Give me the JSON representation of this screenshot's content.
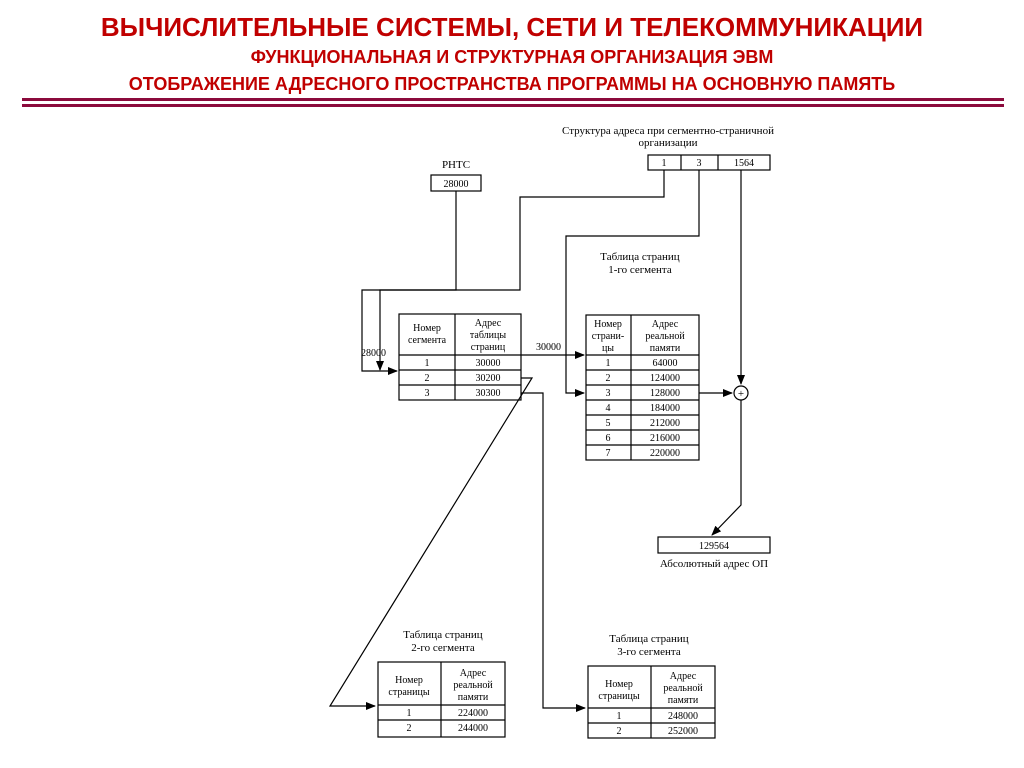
{
  "header": {
    "title": "ВЫЧИСЛИТЕЛЬНЫЕ СИСТЕМЫ, СЕТИ И ТЕЛЕКОММУНИКАЦИИ",
    "subtitle": "ФУНКЦИОНАЛЬНАЯ И СТРУКТУРНАЯ ОРГАНИЗАЦИЯ ЭВМ",
    "subtitle2": "ОТОБРАЖЕНИЕ АДРЕСНОГО ПРОСТРАНСТВА ПРОГРАММЫ НА ОСНОВНУЮ ПАМЯТЬ",
    "color": "#c00000",
    "rule_color": "#8b0a3c"
  },
  "address_structure": {
    "caption_line1": "Структура адреса при сегментно-страничной",
    "caption_line2": "организации",
    "segment": "1",
    "page": "3",
    "offset": "1564"
  },
  "rnts": {
    "label": "РНТС",
    "value": "28000",
    "arrow_label": "28000"
  },
  "segment_table": {
    "headers": [
      [
        "Номер",
        "сегмента"
      ],
      [
        "Адрес",
        "таблицы",
        "страниц"
      ]
    ],
    "rows": [
      [
        "1",
        "30000"
      ],
      [
        "2",
        "30200"
      ],
      [
        "3",
        "30300"
      ]
    ],
    "arrow_label": "30000"
  },
  "page_table_1": {
    "title_line1": "Таблица страниц",
    "title_line2": "1-го сегмента",
    "headers": [
      [
        "Номер",
        "страни-",
        "цы"
      ],
      [
        "Адрес",
        "реальной",
        "памяти"
      ]
    ],
    "rows": [
      [
        "1",
        "64000"
      ],
      [
        "2",
        "124000"
      ],
      [
        "3",
        "128000"
      ],
      [
        "4",
        "184000"
      ],
      [
        "5",
        "212000"
      ],
      [
        "6",
        "216000"
      ],
      [
        "7",
        "220000"
      ]
    ]
  },
  "adder": {
    "symbol": "+"
  },
  "absolute": {
    "value": "129564",
    "caption": "Абсолютный адрес ОП"
  },
  "page_table_2": {
    "title_line1": "Таблица страниц",
    "title_line2": "2-го сегмента",
    "headers": [
      [
        "Номер",
        "страницы"
      ],
      [
        "Адрес",
        "реальной",
        "памяти"
      ]
    ],
    "rows": [
      [
        "1",
        "224000"
      ],
      [
        "2",
        "244000"
      ]
    ]
  },
  "page_table_3": {
    "title_line1": "Таблица страниц",
    "title_line2": "3-го сегмента",
    "headers": [
      [
        "Номер",
        "страницы"
      ],
      [
        "Адрес",
        "реальной",
        "памяти"
      ]
    ],
    "rows": [
      [
        "1",
        "248000"
      ],
      [
        "2",
        "252000"
      ]
    ]
  }
}
